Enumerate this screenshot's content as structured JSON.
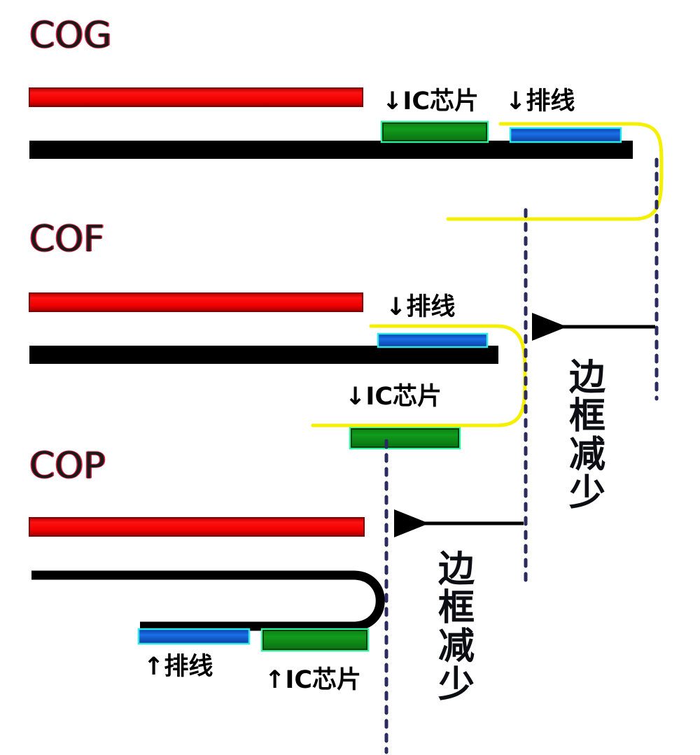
{
  "diagram": {
    "title_semantic": "display-driver-ic-bonding-technologies",
    "sections": [
      {
        "id": "cog",
        "title": "COG",
        "labels": [
          {
            "id": "cog-ic",
            "text": "↓IC芯片"
          },
          {
            "id": "cog-cable",
            "text": "↓排线"
          }
        ]
      },
      {
        "id": "cof",
        "title": "COF",
        "labels": [
          {
            "id": "cof-cable",
            "text": "↓排线"
          },
          {
            "id": "cof-ic",
            "text": "↓IC芯片"
          }
        ]
      },
      {
        "id": "cop",
        "title": "COP",
        "labels": [
          {
            "id": "cop-cable",
            "text": "↑排线"
          },
          {
            "id": "cop-ic",
            "text": "↑IC芯片"
          }
        ]
      }
    ],
    "annotations": [
      {
        "id": "bezel-reduction-1",
        "text": "边框减少"
      },
      {
        "id": "bezel-reduction-2",
        "text": "边框减少"
      }
    ],
    "colors": {
      "glass_panel": "#ee0000",
      "substrate": "#000000",
      "ic_chip": "#0a8a16",
      "flex_cable_blue": "#1466dd",
      "cable_yellow": "#f5f000",
      "title_outline": "#e00028",
      "dashed_guide": "#2b2b60",
      "arrow": "#000000",
      "background": "#ffffff"
    }
  }
}
